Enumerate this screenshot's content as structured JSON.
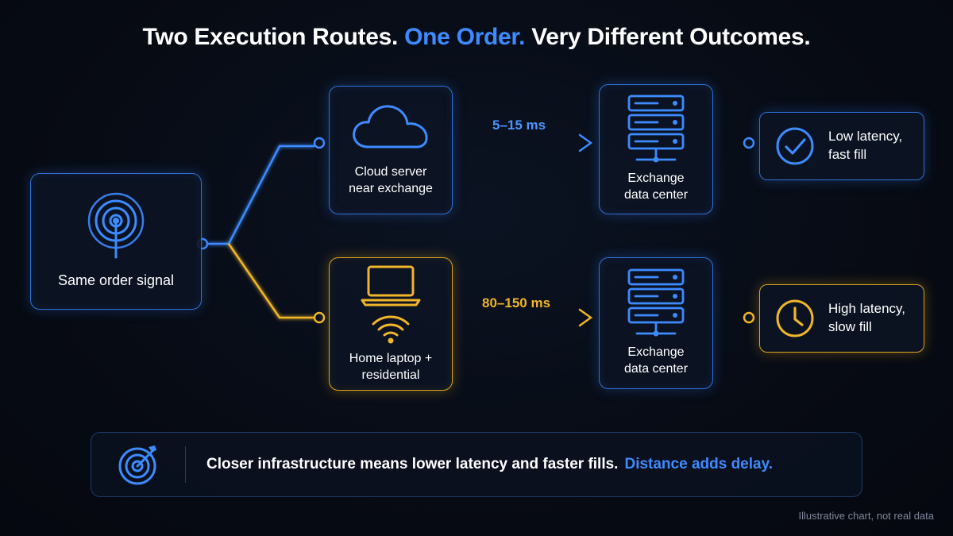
{
  "title": {
    "part1": "Two Execution Routes.",
    "part2": "One Order.",
    "part3": "Very Different Outcomes."
  },
  "source": {
    "label": "Same order signal",
    "icon": "broadcast-signal-icon"
  },
  "routes": {
    "cloud": {
      "label": "Cloud server\nnear exchange",
      "icon": "cloud-icon",
      "latency": "5–15 ms",
      "exchange_label": "Exchange\ndata center",
      "outcome": "Low latency,\nfast fill",
      "outcome_icon": "check-circle-icon"
    },
    "home": {
      "label": "Home laptop +\nresidential",
      "icon": "laptop-wifi-icon",
      "latency": "80–150 ms",
      "exchange_label": "Exchange\ndata center",
      "outcome": "High latency,\nslow fill",
      "outcome_icon": "clock-icon"
    }
  },
  "banner": {
    "text": "Closer infrastructure means lower latency and faster fills.",
    "highlight": "Distance adds delay.",
    "icon": "target-icon"
  },
  "footnote": "Illustrative chart, not real data",
  "colors": {
    "blue": "#3d8bff",
    "amber": "#f0b52a",
    "background": "#070b14"
  }
}
